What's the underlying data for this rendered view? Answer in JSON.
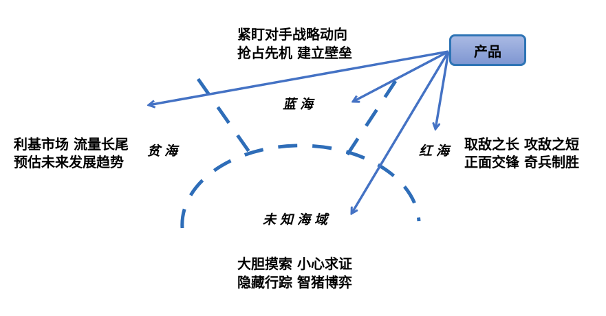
{
  "product": "产品",
  "seas": {
    "poor": "贫海",
    "blue": "蓝海",
    "red": "红海",
    "unknown": "未知海域"
  },
  "strategies": {
    "blue": [
      "紧盯对手战略动向",
      "抢占先机 建立壁垒"
    ],
    "poor": [
      "利基市场 流量长尾",
      "预估未来发展趋势"
    ],
    "red": [
      "取敌之长 攻敌之短",
      "正面交锋 奇兵制胜"
    ],
    "unknown": [
      "大胆摸索 小心求证",
      "隐藏行踪 智猪博弈"
    ]
  },
  "colors": {
    "arrow": "#4472c4",
    "dash": "#2e6db8",
    "box_border": "#2e74b5"
  }
}
